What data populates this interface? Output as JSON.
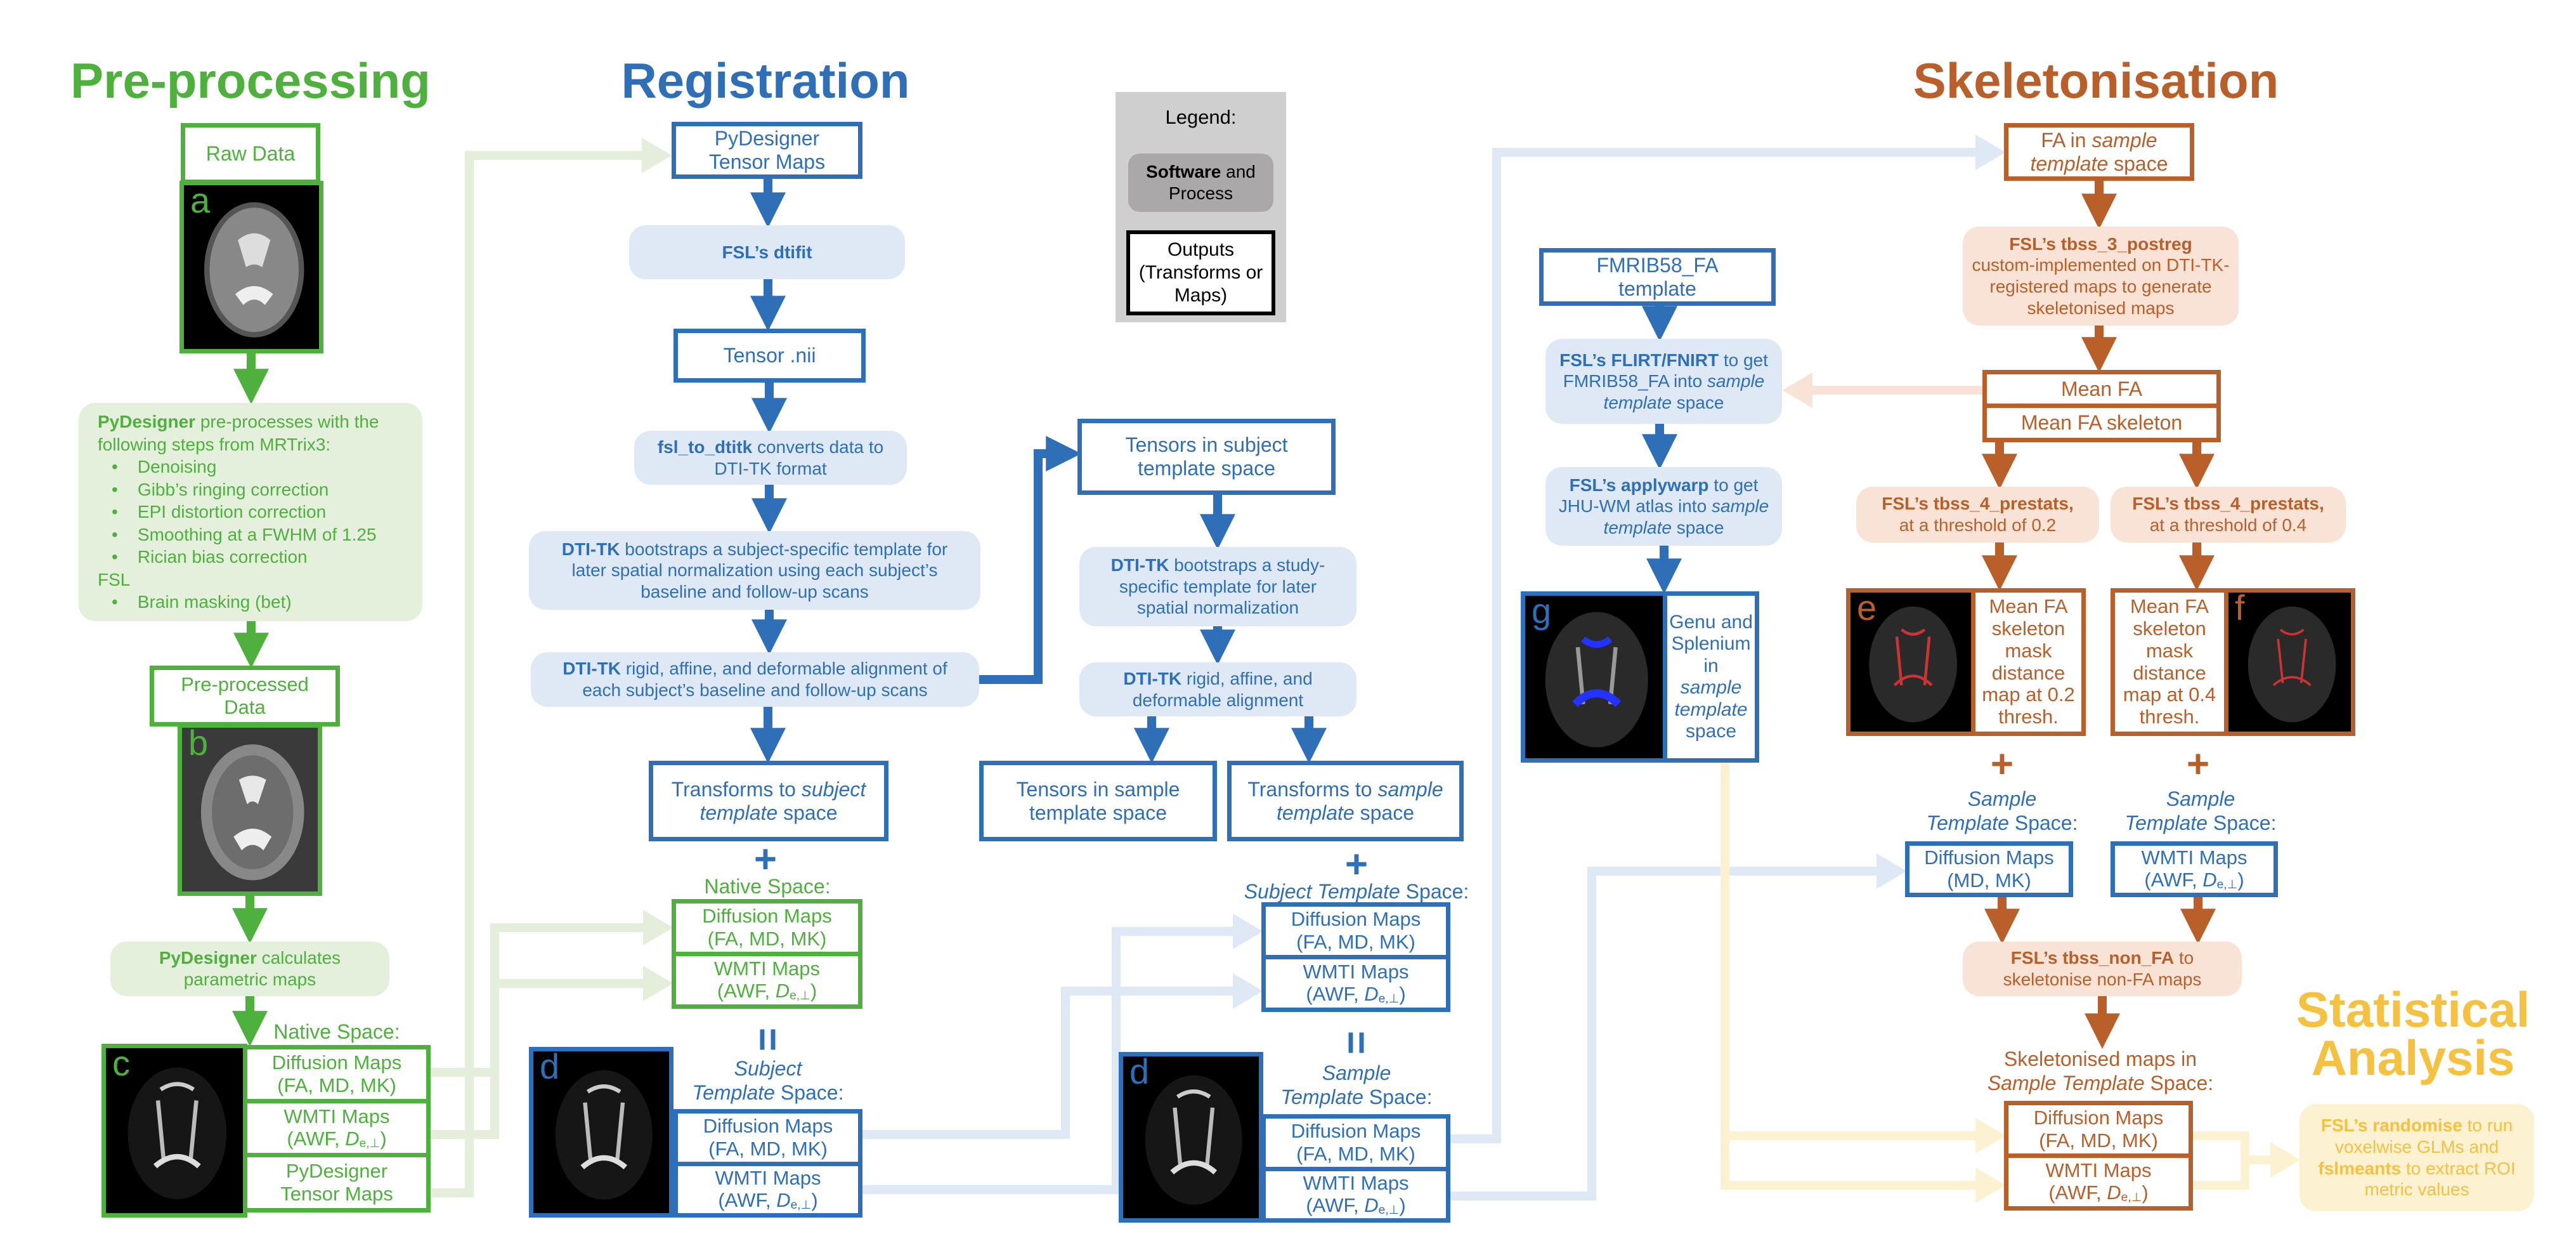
{
  "colors": {
    "preprocessing": "#4eb03d",
    "registration": "#2e6fb7",
    "skeletonisation": "#b95f2a",
    "statistical": "#f4c140",
    "legend_bg": "#d0cfcf"
  },
  "sections": {
    "preprocessing": "Pre-processing",
    "registration": "Registration",
    "skeletonisation": "Skeletonisation",
    "statistical_line1": "Statistical",
    "statistical_line2": "Analysis"
  },
  "legend": {
    "title": "Legend:",
    "process_bold": "Software",
    "process_rest": " and Process",
    "output": "Outputs (Transforms or Maps)"
  },
  "preprocessing": {
    "raw_data": "Raw Data",
    "panel_a": "a",
    "pydesigner_bold": "PyDesigner",
    "pydesigner_intro": " pre-processes with the following steps from MRTrix3:",
    "mrtrix_steps": [
      "Denoising",
      "Gibb’s ringing correction",
      "EPI distortion correction",
      "Smoothing at a FWHM of 1.25",
      "Rician bias correction"
    ],
    "fsl_header": "FSL",
    "fsl_steps": [
      "Brain masking (bet)"
    ],
    "preprocessed_data": "Pre-processed Data",
    "panel_b": "b",
    "calc_bold": "PyDesigner",
    "calc_rest": " calculates parametric maps",
    "native_space": "Native Space:",
    "panel_c": "c",
    "diffusion_line1": "Diffusion Maps",
    "diffusion_line2": "(FA, MD, MK)",
    "wmti_line1": "WMTI Maps",
    "wmti_line2_pre": "(AWF, ",
    "wmti_D": "D",
    "wmti_sub": "e,⊥",
    "wmti_line2_post": ")",
    "tensor_line1": "PyDesigner",
    "tensor_line2": "Tensor Maps"
  },
  "registration": {
    "tensor_maps_line1": "PyDesigner",
    "tensor_maps_line2": "Tensor Maps",
    "dtifit": "FSL’s dtifit",
    "tensor_nii": "Tensor .nii",
    "fsl_to_dtitk_bold": "fsl_to_dtitk",
    "fsl_to_dtitk_rest": " converts data to DTI-TK format",
    "bootstrap_subject_bold": "DTI-TK",
    "bootstrap_subject_rest": " bootstraps a subject-specific template for later spatial normalization using each subject’s baseline and follow-up scans",
    "align_subject_bold": "DTI-TK",
    "align_subject_rest": " rigid, affine, and deformable alignment of each subject’s baseline and follow-up scans",
    "transforms_subject_pre": "Transforms to ",
    "transforms_subject_it1": "subject",
    "transforms_subject_it2": "template",
    "transforms_subject_post": " space",
    "plus": "+",
    "native_space": "Native Space:",
    "equals": "=",
    "subject_template_it1": "Subject",
    "subject_template_it2": "Template",
    "subject_template_post": " Space:",
    "panel_d": "d",
    "tensors_subject": "Tensors in subject template space",
    "bootstrap_study_bold": "DTI-TK",
    "bootstrap_study_rest": " bootstraps a study-specific template for later spatial normalization",
    "align_study_bold": "DTI-TK",
    "align_study_rest": " rigid, affine, and deformable alignment",
    "tensors_sample": "Tensors in sample template space",
    "transforms_sample_pre": "Transforms to ",
    "transforms_sample_it1": "sample",
    "transforms_sample_it2": "template",
    "transforms_sample_post": " space",
    "subject_template_space_it": "Subject Template",
    "subject_template_space_post": " Space:",
    "sample_template_it1": "Sample",
    "sample_template_it2": "Template",
    "sample_template_post": " Space:",
    "diffusion_line1": "Diffusion Maps",
    "diffusion_line2": "(FA, MD, MK)",
    "wmti_line1": "WMTI Maps",
    "wmti_line2_pre": "(AWF, ",
    "wmti_D": "D",
    "wmti_sub": "e,⊥",
    "wmti_line2_post": ")"
  },
  "atlas": {
    "fmrib_line1": "FMRIB58_FA",
    "fmrib_line2": "template",
    "flirt_bold": "FSL’s FLIRT/FNIRT",
    "flirt_rest1": " to get FMRIB58_FA into ",
    "flirt_it": "sample template",
    "flirt_rest2": " space",
    "applywarp_bold": "FSL’s applywarp",
    "applywarp_rest1": " to get JHU-WM atlas into ",
    "applywarp_it1": "sample",
    "applywarp_it2": "template",
    "applywarp_rest2": " space",
    "panel_g": "g",
    "genu_line1": "Genu and",
    "genu_line2": "Splenium",
    "genu_line3": "in",
    "genu_it1": "sample",
    "genu_it2": "template",
    "genu_line6": "space"
  },
  "skeletonisation": {
    "fa_sample_pre": "FA in ",
    "fa_sample_it1": "sample",
    "fa_sample_it2": "template",
    "fa_sample_post": " space",
    "postreg_bold": "FSL’s tbss_3_postreg",
    "postreg_rest": "custom-implemented on DTI-TK-registered maps to generate skeletonised maps",
    "mean_fa": "Mean FA",
    "mean_fa_skeleton": "Mean FA skeleton",
    "prestats_bold": "FSL’s tbss_4_prestats,",
    "prestats_02": "at a threshold of 0.2",
    "prestats_04": "at a threshold of 0.4",
    "panel_e": "e",
    "panel_f": "f",
    "mask_02": [
      "Mean FA",
      "skeleton",
      "mask",
      "distance",
      "map at 0.2",
      "thresh."
    ],
    "mask_04": [
      "Mean FA",
      "skeleton",
      "mask",
      "distance",
      "map at 0.4",
      "thresh."
    ],
    "plus": "+",
    "sample_it1": "Sample",
    "sample_it2": "Template",
    "sample_post": " Space:",
    "diff_mdmk_line1": "Diffusion Maps",
    "diff_mdmk_line2": "(MD, MK)",
    "wmti_line1": "WMTI Maps",
    "wmti_line2_pre": "(AWF, ",
    "wmti_D": "D",
    "wmti_sub": "e,⊥",
    "wmti_line2_post": ")",
    "nonfa_bold": "FSL’s tbss_non_FA",
    "nonfa_rest": " to skeletonise non-FA maps",
    "skel_maps_line1": "Skeletonised maps in",
    "skel_maps_it": "Sample Template",
    "skel_maps_post": " Space:",
    "diffusion_line1": "Diffusion Maps",
    "diffusion_line2": "(FA, MD, MK)"
  },
  "statistical": {
    "randomise_bold": "FSL’s randomise",
    "randomise_rest": " to run voxelwise GLMs and ",
    "fslmeants_bold": "fslmeants",
    "fslmeants_rest": " to extract ROI metric values"
  }
}
